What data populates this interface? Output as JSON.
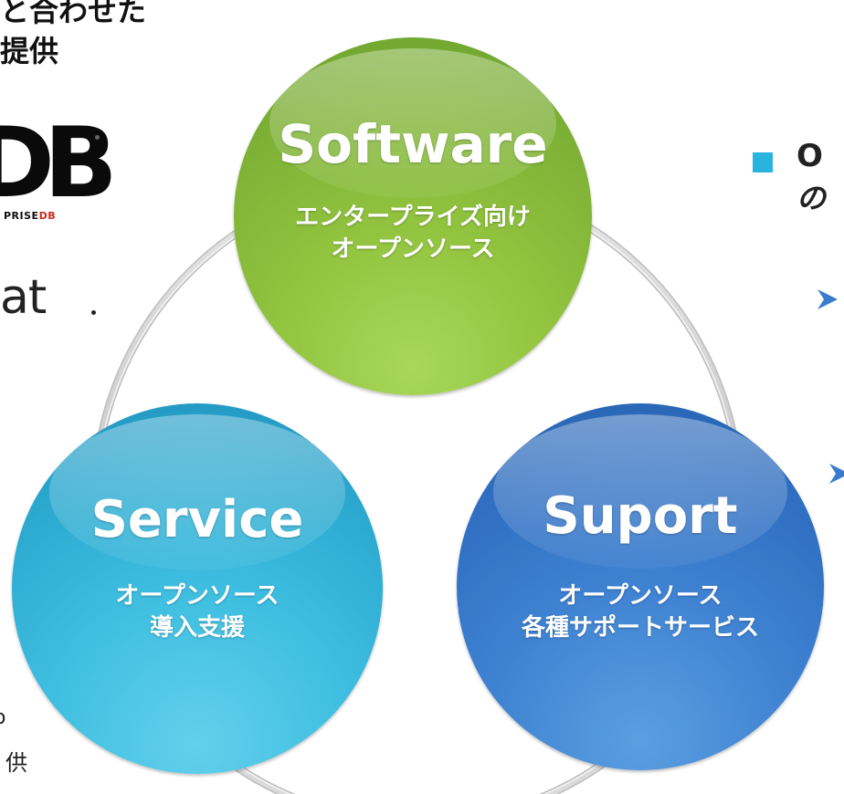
{
  "left": {
    "line1": "と合わせた",
    "line2": "提供",
    "logo_db_big": "DB",
    "logo_db_small_prefix": "PRISE",
    "logo_db_small_red": "DB",
    "logo_at": "at",
    "frag_o": "o",
    "frag_kyo": "供"
  },
  "right": {
    "bullet_text": "O",
    "bullet_line2": "の"
  },
  "circles": {
    "software": {
      "title": "Software",
      "line1": "エンタープライズ向け",
      "line2": "オープンソース"
    },
    "service": {
      "title": "Service",
      "line1": "オープンソース",
      "line2": "導入支援"
    },
    "support": {
      "title": "Suport",
      "line1": "オープンソース",
      "line2": "各種サポートサービス"
    }
  },
  "colors": {
    "software": "#8cc03c",
    "service": "#33b6dc",
    "support": "#3a7ccb",
    "ring": "#d0d0d0",
    "bullet": "#2ab3df"
  }
}
